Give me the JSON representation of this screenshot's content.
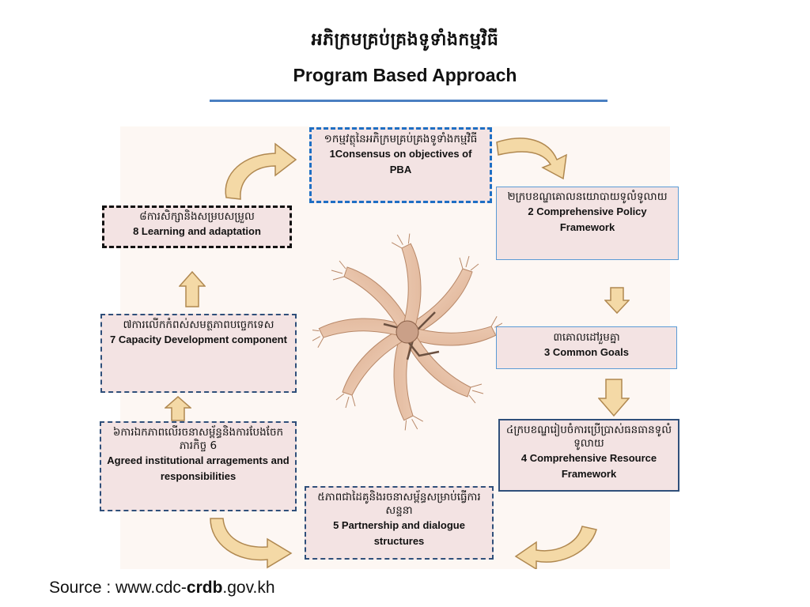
{
  "title": {
    "khmer": "អភិក្រមគ្រប់គ្រងទូទាំងកម្មវិធី",
    "english": "Program Based Approach"
  },
  "steps": [
    {
      "km": "១កម្មវត្ថុនៃអភិក្រមគ្រប់គ្រងទូទាំងកម្មវិធី",
      "en": "1Consensus on objectives of PBA"
    },
    {
      "km": "២ក្របខណ្ឌគោលនយោបាយទូលំទូលាយ",
      "en": "2 Comprehensive Policy Framework"
    },
    {
      "km": "៣គោលដៅរួមគ្នា",
      "en": "3 Common Goals"
    },
    {
      "km": "៤ក្របខណ្ឌរៀបចំការប្រើប្រាស់ធនធានទូលំទូលាយ",
      "en": "4 Comprehensive Resource Framework"
    },
    {
      "km": "៥ភាពជាដៃគូនិងរចនាសម្ព័ន្ធសម្រាប់ធ្វើការសន្ទនា",
      "en": "5 Partnership and dialogue structures"
    },
    {
      "km": "៦ការឯកភាពលើរចនាសម្ព័ន្ធនិងការបែងចែកភារកិច្ច 6",
      "en": "Agreed institutional arragements and responsibilities"
    },
    {
      "km": "៧ការលើកកំពស់សមត្ថភាពបច្ចេកទេស",
      "en": "7 Capacity Development component"
    },
    {
      "km": "៨ការសិក្សានិងសម្របសម្រួល",
      "en": "8 Learning and adaptation"
    }
  ],
  "source": {
    "prefix": "Source : www.cdc-",
    "bold": "crdb",
    "suffix": ".gov.kh"
  },
  "colors": {
    "title_rule": "#4a7fc1",
    "box_fill": "#f3e3e3",
    "box1_border": "#1f6fc4",
    "box_border": "#2f4f7a",
    "arrow_fill": "#f4d9a6",
    "arrow_stroke": "#b08850"
  },
  "icons": [
    "curved-arrow-icon",
    "up-arrow-icon",
    "down-arrow-icon",
    "many-hands-illustration"
  ]
}
